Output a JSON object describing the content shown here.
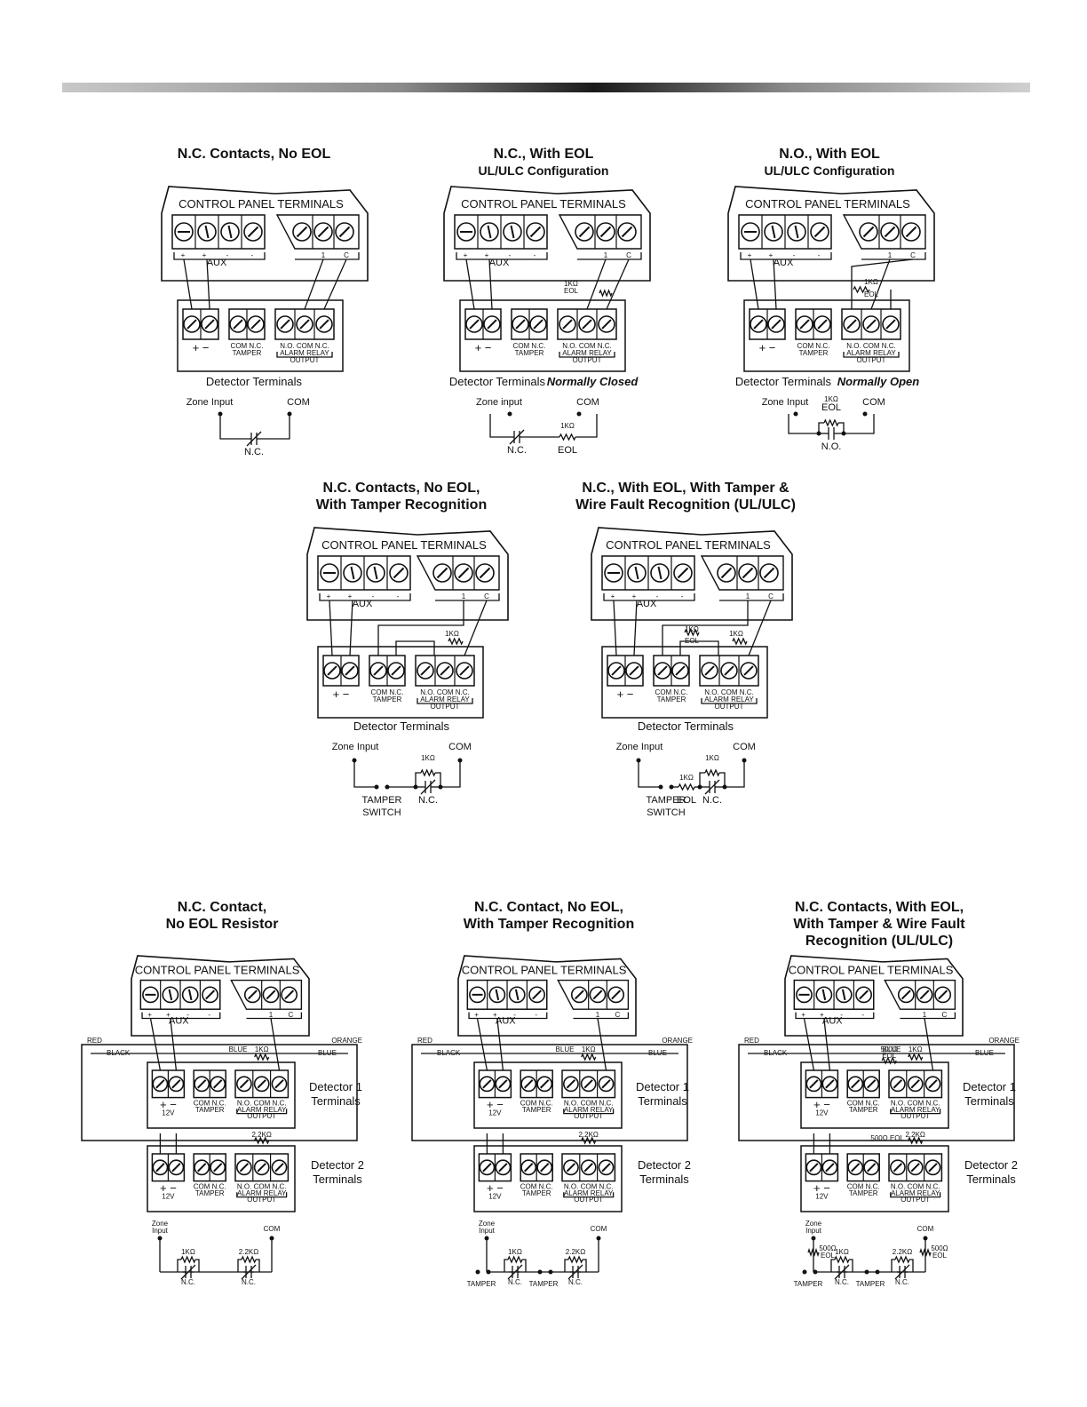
{
  "diagrams": [
    {
      "title": [
        "N.C. Contacts,  No EOL"
      ],
      "panel": "CONTROL PANEL TERMINALS",
      "aux": "AUX",
      "detector": "Detector Terminals",
      "detector_suffix": "",
      "zone_input": "Zone Input",
      "com": "COM",
      "contact": "N.C."
    },
    {
      "title": [
        "N.C., With EOL"
      ],
      "subtitle": "UL/ULC Configuration",
      "panel": "CONTROL PANEL TERMINALS",
      "aux": "AUX",
      "eol": "1KΩ EOL",
      "detector": "Detector Terminals",
      "detector_suffix": "Normally Closed",
      "zone_input": "Zone input",
      "com": "COM",
      "contact": "N.C.",
      "resistor": "1KΩ",
      "resistor_label": "EOL"
    },
    {
      "title": [
        "N.O., With EOL"
      ],
      "subtitle": "UL/ULC Configuration",
      "panel": "CONTROL PANEL TERMINALS",
      "aux": "AUX",
      "eol": "1KΩ EOL",
      "detector": "Detector Terminals",
      "detector_suffix": "Normally Open",
      "zone_input": "Zone Input",
      "com": "COM",
      "contact": "N.O.",
      "resistor": "1KΩ",
      "resistor_label": "EOL"
    },
    {
      "title": [
        "N.C. Contacts, No EOL,",
        "With Tamper Recognition"
      ],
      "panel": "CONTROL PANEL TERMINALS",
      "aux": "AUX",
      "eol": "1KΩ",
      "detector": "Detector Terminals",
      "zone_input": "Zone Input",
      "com": "COM",
      "contact": "N.C.",
      "resistor": "1KΩ",
      "tamper": "TAMPER",
      "switch": "SWITCH"
    },
    {
      "title": [
        "N.C., With EOL, With Tamper &",
        "Wire Fault Recognition (UL/ULC)"
      ],
      "panel": "CONTROL PANEL TERMINALS",
      "aux": "AUX",
      "eol": "1KΩ EOL",
      "eol2": "1KΩ",
      "detector": "Detector Terminals",
      "zone_input": "Zone Input",
      "com": "COM",
      "contact": "N.C.",
      "resistor": "1KΩ",
      "resistor_label": "EOL",
      "tamper": "TAMPER",
      "switch": "SWITCH"
    },
    {
      "title": [
        "N.C. Contact,",
        "No EOL Resistor"
      ],
      "panel": "CONTROL PANEL TERMINALS",
      "aux": "AUX",
      "red": "RED",
      "black": "BLACK",
      "blue": "BLUE",
      "orange": "ORANGE",
      "detector1": [
        "Detector 1",
        "Terminals"
      ],
      "detector2": [
        "Detector 2",
        "Terminals"
      ],
      "r1": "1KΩ",
      "r2": "2.2KΩ",
      "zone_input": [
        "Zone",
        "Input"
      ],
      "com": "COM",
      "contact": "N.C."
    },
    {
      "title": [
        "N.C. Contact, No EOL,",
        "With Tamper Recognition"
      ],
      "panel": "CONTROL PANEL TERMINALS",
      "aux": "AUX",
      "red": "RED",
      "black": "BLACK",
      "blue": "BLUE",
      "orange": "ORANGE",
      "detector1": [
        "Detector 1",
        "Terminals"
      ],
      "detector2": [
        "Detector 2",
        "Terminals"
      ],
      "r1": "1KΩ",
      "r2": "2.2KΩ",
      "zone_input": [
        "Zone",
        "Input"
      ],
      "com": "COM",
      "contact": "N.C.",
      "tamper": "TAMPER"
    },
    {
      "title": [
        "N.C. Contacts, With EOL,",
        "With Tamper & Wire Fault",
        "Recognition (UL/ULC)"
      ],
      "panel": "CONTROL PANEL TERMINALS",
      "aux": "AUX",
      "red": "RED",
      "black": "BLACK",
      "blue": "BLUE",
      "orange": "ORANGE",
      "detector1": [
        "Detector 1",
        "Terminals"
      ],
      "detector2": [
        "Detector 2",
        "Terminals"
      ],
      "r1": "1KΩ",
      "r2": "2.2KΩ",
      "r500": "500Ω",
      "eol": "EOL",
      "eol500": "500Ω EOL",
      "zone_input": [
        "Zone",
        "Input"
      ],
      "com": "COM",
      "contact": "N.C.",
      "tamper": "TAMPER"
    }
  ],
  "terminal_labels": {
    "plus": "+",
    "minus": "-",
    "one": "1",
    "c": "C",
    "com": "COM",
    "nc": "N.C.",
    "no": "N.O.",
    "tamper": "TAMPER",
    "alarm_relay": "ALARM RELAY",
    "output": "OUTPUT",
    "v12": "12V",
    "pm": "+ −"
  }
}
